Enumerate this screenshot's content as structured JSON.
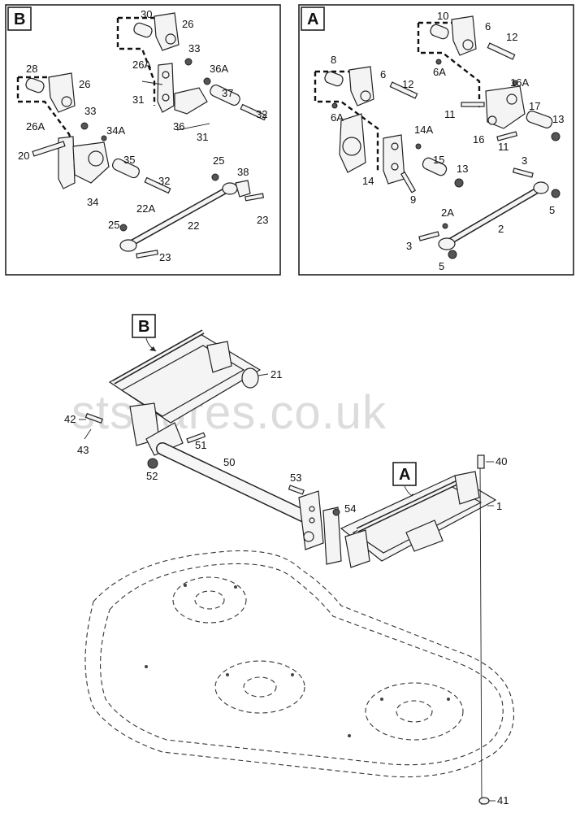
{
  "watermark": "stspares.co.uk",
  "panels": [
    {
      "letter": "B",
      "labels": [
        "30",
        "26",
        "33",
        "26A",
        "36A",
        "28",
        "26",
        "31",
        "37",
        "33",
        "26A",
        "34A",
        "36",
        "32",
        "31",
        "20",
        "35",
        "32",
        "25",
        "38",
        "34",
        "22A",
        "22",
        "23",
        "25",
        "23"
      ]
    },
    {
      "letter": "A",
      "labels": [
        "10",
        "6",
        "12",
        "8",
        "6",
        "6A",
        "16A",
        "12",
        "6A",
        "11",
        "17",
        "14A",
        "13",
        "16",
        "11",
        "15",
        "13",
        "14",
        "9",
        "3",
        "2A",
        "5",
        "2",
        "3",
        "5"
      ]
    }
  ],
  "main": {
    "callout_b": "B",
    "callout_a": "A",
    "labels": [
      "21",
      "42",
      "43",
      "51",
      "52",
      "50",
      "53",
      "54",
      "40",
      "1",
      "41"
    ]
  },
  "colors": {
    "line": "#222222",
    "panel_border": "#222222",
    "watermark": "#dcdcdc"
  }
}
